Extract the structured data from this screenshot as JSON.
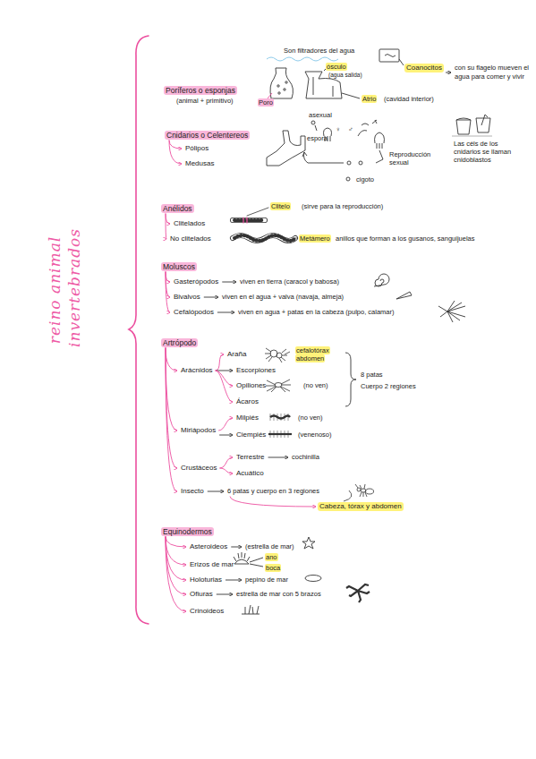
{
  "diagram": {
    "title": "reino animal invertebrados",
    "nodes": [
      {
        "text": [
          "Poríferos o esponjas"
        ]
      },
      {
        "text": [
          "Coanocitos"
        ]
      },
      {
        "text": [
          "con su flagelo mueven el agua para comer y vivir"
        ]
      },
      {
        "text": [
          "Cnidarios o Celentereos"
        ]
      },
      {
        "text": [
          "Pólipos"
        ]
      },
      {
        "text": [
          "Medusas"
        ]
      },
      {
        "text": [
          "Anélidos"
        ]
      },
      {
        "text": [
          "Clitelados"
        ]
      },
      {
        "text": [
          "No clitelados"
        ]
      },
      {
        "text": [
          "Moluscos"
        ]
      },
      {
        "text": [
          "Gasterópodos"
        ]
      },
      {
        "text": [
          "viven en tierra (caracol y babosa)"
        ]
      },
      {
        "text": [
          "Bivalvos"
        ]
      },
      {
        "text": [
          "viven en el agua + valva (navaja, almeja)"
        ]
      },
      {
        "text": [
          "Cefalópodos"
        ]
      },
      {
        "text": [
          "viven en agua + patas en la cabeza (pulpo, calamar)"
        ]
      },
      {
        "text": [
          "Artrópodo"
        ]
      },
      {
        "text": [
          "Arácnidos"
        ]
      },
      {
        "text": [
          "Araña"
        ]
      },
      {
        "text": [
          "Escorpiones"
        ]
      },
      {
        "text": [
          "Opiliones"
        ]
      },
      {
        "text": [
          "Ácaros"
        ]
      },
      {
        "text": [
          "Miriápodos"
        ]
      },
      {
        "text": [
          "Milpiés"
        ]
      },
      {
        "text": [
          "Ciempiés"
        ]
      },
      {
        "text": [
          "Crustáceos"
        ]
      },
      {
        "text": [
          "Terrestre"
        ]
      },
      {
        "text": [
          "cochinilla"
        ]
      },
      {
        "text": [
          "Acuático"
        ]
      },
      {
        "text": [
          "Insecto"
        ]
      },
      {
        "text": [
          "6 patas y cuerpo en 3 regiones"
        ]
      },
      {
        "text": [
          "Cabeza, tórax y abdomen"
        ]
      },
      {
        "text": [
          "Equinodermos"
        ]
      },
      {
        "text": [
          "Asteroideos"
        ]
      },
      {
        "text": [
          "(estrella de mar)"
        ]
      },
      {
        "text": [
          "Erizos de mar"
        ]
      },
      {
        "text": [
          "Holoturias"
        ]
      },
      {
        "text": [
          "pepino de mar"
        ]
      },
      {
        "text": [
          "Ofiuras"
        ]
      },
      {
        "text": [
          "estrella de mar con 5 brazos"
        ]
      },
      {
        "text": [
          "Crinoideos"
        ]
      }
    ],
    "edges": [
      {
        "from": 1,
        "to": 2,
        "arrow": "to"
      },
      {
        "from": 3,
        "to": 4,
        "arrow": "to"
      },
      {
        "from": 3,
        "to": 5,
        "arrow": "to"
      },
      {
        "from": 6,
        "to": 7,
        "arrow": "to"
      },
      {
        "from": 6,
        "to": 8,
        "arrow": "to"
      },
      {
        "from": 9,
        "to": 10,
        "arrow": "to"
      },
      {
        "from": 9,
        "to": 12,
        "arrow": "to"
      },
      {
        "from": 9,
        "to": 14,
        "arrow": "to"
      },
      {
        "from": 10,
        "to": 11,
        "arrow": "to"
      },
      {
        "from": 12,
        "to": 13,
        "arrow": "to"
      },
      {
        "from": 14,
        "to": 15,
        "arrow": "to"
      },
      {
        "from": 16,
        "to": 17,
        "arrow": "to"
      },
      {
        "from": 16,
        "to": 22,
        "arrow": "to"
      },
      {
        "from": 16,
        "to": 25,
        "arrow": "to"
      },
      {
        "from": 16,
        "to": 29,
        "arrow": "to"
      },
      {
        "from": 17,
        "to": 18,
        "arrow": "to"
      },
      {
        "from": 17,
        "to": 19,
        "arrow": "to"
      },
      {
        "from": 17,
        "to": 20,
        "arrow": "to"
      },
      {
        "from": 17,
        "to": 21,
        "arrow": "to"
      },
      {
        "from": 22,
        "to": 23,
        "arrow": "to"
      },
      {
        "from": 22,
        "to": 24,
        "arrow": "to"
      },
      {
        "from": 25,
        "to": 26,
        "arrow": "to"
      },
      {
        "from": 25,
        "to": 28,
        "arrow": "to"
      },
      {
        "from": 26,
        "to": 27,
        "arrow": "to"
      },
      {
        "from": 29,
        "to": 30,
        "arrow": "to"
      },
      {
        "from": 30,
        "to": 31,
        "arrow": "to"
      },
      {
        "from": 32,
        "to": 33,
        "arrow": "to"
      },
      {
        "from": 32,
        "to": 35,
        "arrow": "to"
      },
      {
        "from": 32,
        "to": 36,
        "arrow": "to"
      },
      {
        "from": 32,
        "to": 38,
        "arrow": "to"
      },
      {
        "from": 32,
        "to": 40,
        "arrow": "to"
      },
      {
        "from": 33,
        "to": 34,
        "arrow": "to"
      },
      {
        "from": 36,
        "to": 37,
        "arrow": "to"
      },
      {
        "from": 38,
        "to": 39,
        "arrow": "to"
      }
    ],
    "labels": [
      "Son filtradores del agua",
      "(animal + primitivo)",
      "ósculo",
      "(agua salida)",
      "Poro",
      "Atrio",
      "(cavidad interior)",
      "asexual",
      "espora",
      "Reproducción sexual",
      "cigoto",
      "Las céls de los cnidarios se llaman cnidoblastos",
      "Clitelo",
      "(sirve para la reproducción)",
      "Metámero",
      "anillos que forman a los gusanos, sanguijuelas",
      "cefalotórax",
      "abdomen",
      "(no ven)",
      "8 patas",
      "Cuerpo 2 regiones",
      "(no ven)",
      "(venenoso)",
      "ano",
      "boca",
      "♀",
      "♂"
    ]
  }
}
